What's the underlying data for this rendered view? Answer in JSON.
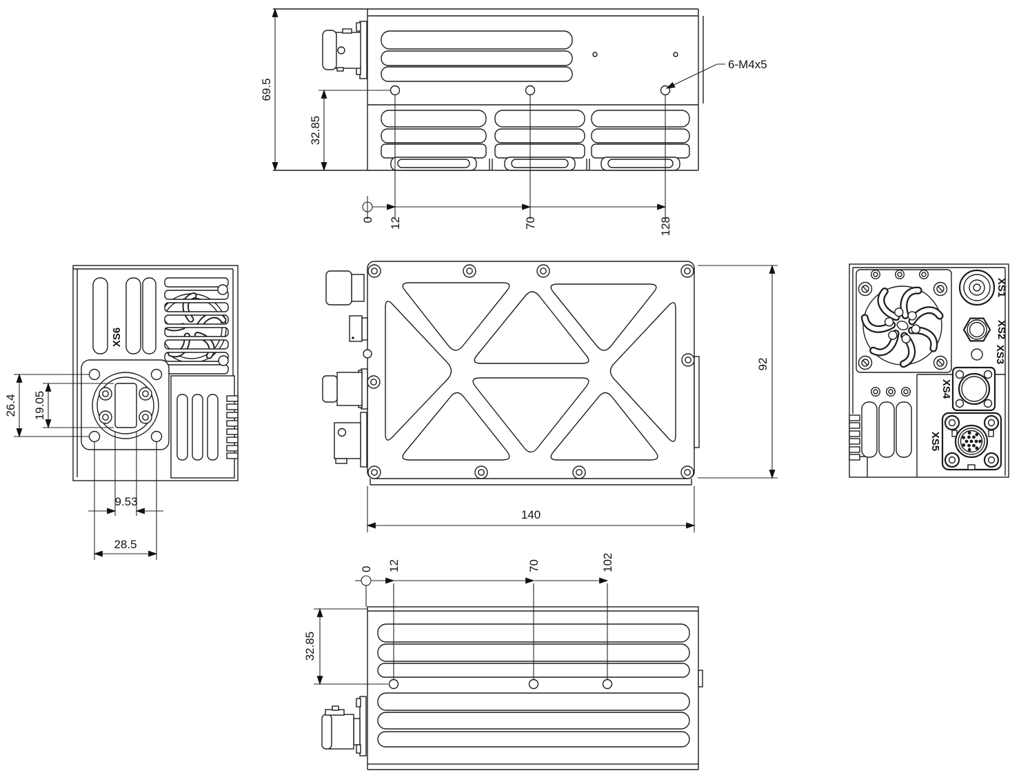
{
  "drawing": {
    "colors": {
      "line": "#1c1c1c",
      "background": "#ffffff"
    },
    "top_view": {
      "dim_height": "69.5",
      "dim_hole_offset": "32.85",
      "ordinates": [
        "0",
        "12",
        "70",
        "128"
      ],
      "callout": "6-M4x5"
    },
    "left_view": {
      "connector_label": "XS6",
      "dim_flange_hole_v": "26.4",
      "dim_aperture_h": "19.05",
      "dim_aperture_w": "9.53",
      "dim_flange_hole_spacing": "28.5"
    },
    "front_view": {
      "dim_width": "140",
      "dim_height": "92"
    },
    "right_view": {
      "labels": [
        "XS1",
        "XS2",
        "XS3",
        "XS4",
        "XS5"
      ]
    },
    "bottom_view": {
      "ordinates": [
        "0",
        "12",
        "70",
        "102"
      ],
      "dim_hole_offset": "32.85"
    }
  }
}
